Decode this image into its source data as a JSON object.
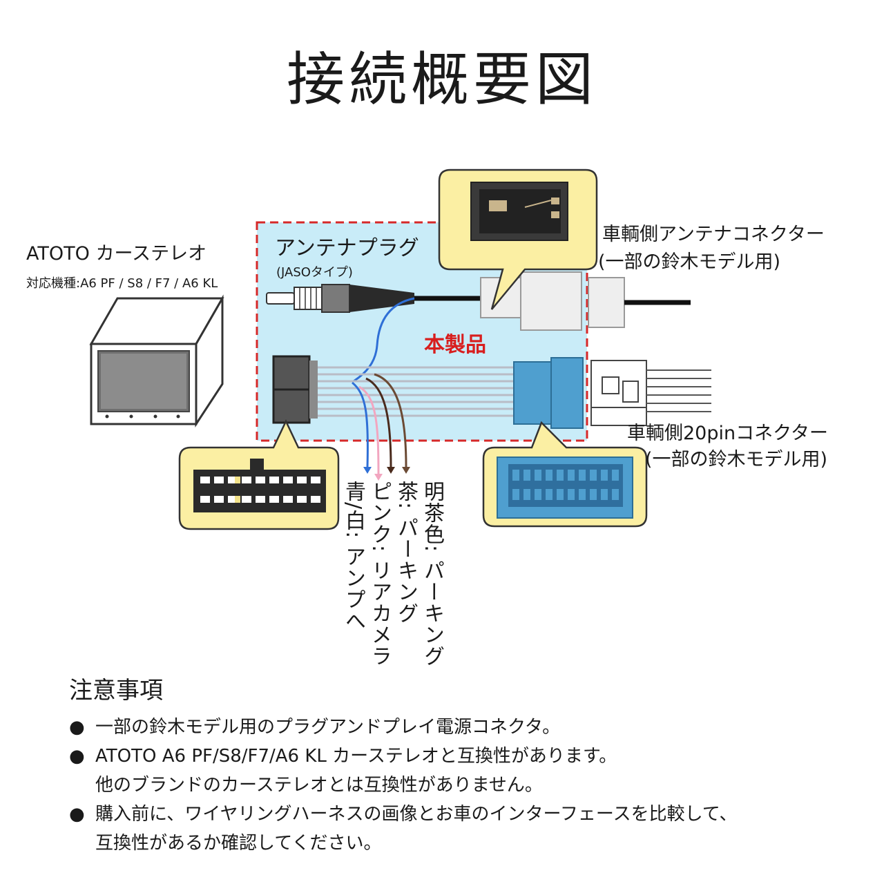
{
  "title": "接続概要図",
  "stereo": {
    "name": "ATOTO カーステレオ",
    "models": "対応機種:A6 PF / S8 / F7 / A6 KL"
  },
  "antenna_plug": {
    "label": "アンテナプラグ",
    "sub": "(JASOタイプ)"
  },
  "product_label": "本製品",
  "vehicle_antenna": {
    "line1": "車輌側アンテナコネクター",
    "line2": "(一部の鈴木モデル用)"
  },
  "vehicle_20pin": {
    "line1": "車輌側20pinコネクター",
    "line2": "(一部の鈴木モデル用)"
  },
  "wires": [
    {
      "label": "青/白: アンプへ",
      "color": "#2f6fd6"
    },
    {
      "label": "ピンク: リアカメラ",
      "color": "#f2a6c0"
    },
    {
      "label": "茶: パーキング",
      "color": "#4a2a1c"
    },
    {
      "label": "明茶色: パーキング",
      "color": "#6b4a34"
    }
  ],
  "colors": {
    "product_box_fill": "#c9ecf8",
    "product_box_border": "#d62828",
    "callout_fill": "#fbefa3",
    "connector_blue": "#4f9fcf",
    "product_text": "#d81e1e"
  },
  "notes": {
    "title": "注意事項",
    "items": [
      {
        "lines": [
          "一部の鈴木モデル用のプラグアンドプレイ電源コネクタ。"
        ]
      },
      {
        "lines": [
          "ATOTO A6 PF/S8/F7/A6 KL カーステレオと互換性があります。",
          "他のブランドのカーステレオとは互換性がありません。"
        ]
      },
      {
        "lines": [
          "購入前に、ワイヤリングハーネスの画像とお車のインターフェースを比較して、",
          "互換性があるか確認してください。"
        ]
      }
    ]
  }
}
